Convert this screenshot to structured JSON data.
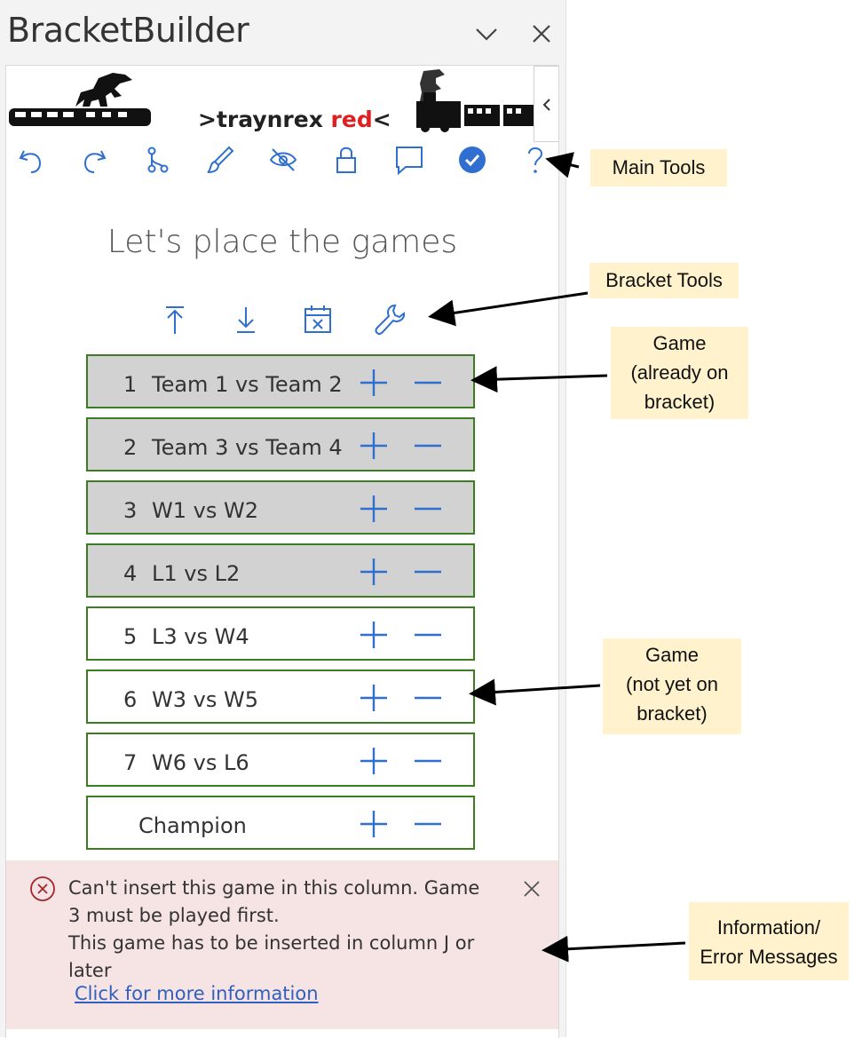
{
  "pane": {
    "title": "BracketBuilder",
    "brand_prefix": ">traynrex ",
    "brand_red": "red",
    "brand_suffix": "<"
  },
  "heading": "Let's place the games",
  "games": [
    {
      "num": "1",
      "label": "Team 1 vs Team 2",
      "placed": true
    },
    {
      "num": "2",
      "label": "Team 3 vs Team 4",
      "placed": true
    },
    {
      "num": "3",
      "label": "W1 vs W2",
      "placed": true
    },
    {
      "num": "4",
      "label": "L1 vs L2",
      "placed": true
    },
    {
      "num": "5",
      "label": "L3 vs W4",
      "placed": false
    },
    {
      "num": "6",
      "label": "W3 vs W5",
      "placed": false
    },
    {
      "num": "7",
      "label": "W6 vs L6",
      "placed": false
    },
    {
      "num": "",
      "label": "Champion",
      "placed": false
    }
  ],
  "message": {
    "line1": "Can't insert this game in this column. Game 3 must be played first.",
    "line2": "This game has to be inserted in column J or later",
    "link": "Click for more information"
  },
  "callouts": {
    "main_tools": "Main Tools",
    "bracket_tools": "Bracket Tools",
    "game_on_1": "Game",
    "game_on_2": "(already on",
    "game_on_3": "bracket)",
    "game_off_1": "Game",
    "game_off_2": "(not yet on",
    "game_off_3": "bracket)",
    "info_1": "Information/",
    "info_2": "Error Messages"
  },
  "icons": {
    "main_tools": [
      "undo-icon",
      "redo-icon",
      "branch-icon",
      "brush-icon",
      "eye-off-icon",
      "lock-icon",
      "comment-icon",
      "check-circle-icon",
      "help-icon"
    ],
    "bracket_tools": [
      "move-to-top-icon",
      "move-down-icon",
      "calendar-remove-icon",
      "wrench-icon"
    ]
  },
  "colors": {
    "accent": "#2f6fd0",
    "game_border": "#3d7d22",
    "placed_fill": "#d2d2d2",
    "error_bg": "#f6e3e4",
    "callout_bg": "#fff2cc",
    "brand_red": "#e02020"
  }
}
